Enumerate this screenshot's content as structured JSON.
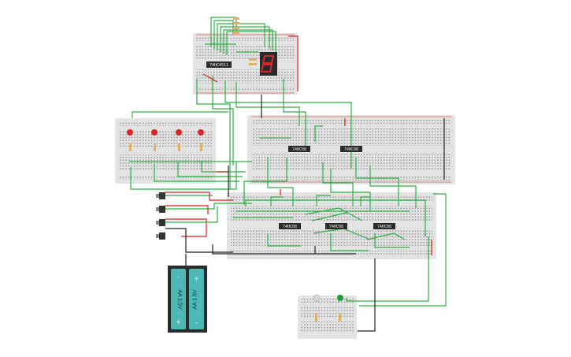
{
  "circuit": {
    "chips": [
      {
        "label": "74HC4511"
      },
      {
        "label": "74HC08"
      },
      {
        "label": "74HC08"
      },
      {
        "label": "74HC08"
      },
      {
        "label": "74HC08"
      },
      {
        "label": "74HC08"
      }
    ],
    "battery": {
      "cells": [
        {
          "label": "AA 1.5V",
          "plus": "+",
          "minus": "-"
        },
        {
          "label": "AA 1.5V",
          "plus": "+",
          "minus": "-"
        }
      ]
    },
    "display": {
      "digit": "8"
    }
  },
  "colors": {
    "board": "#e3e3e3",
    "wire_green": "#2fae48",
    "wire_red": "#d42020",
    "wire_black": "#222222",
    "led_red": "#d8262b",
    "led_green": "#1f9d3a",
    "battery_teal": "#4db8b4"
  }
}
